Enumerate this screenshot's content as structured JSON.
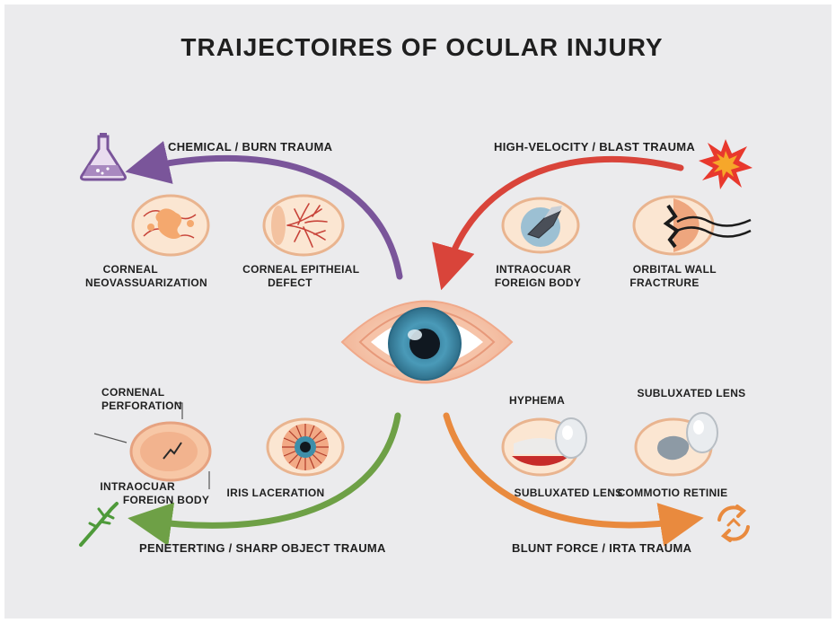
{
  "title": "TRAIJECTOIRES OF OCULAR INJURY",
  "categories": {
    "chemical": "CHEMICAL / BURN TRAUMA",
    "blast": "HIGH-VELOCITY / BLAST TRAUMA",
    "sharp": "PENETERTING / SHARP OBJECT TRAUMA",
    "blunt": "BLUNT FORCE / IRTA TRAUMA"
  },
  "labels": {
    "corneal_neo": [
      "CORNEAL",
      "NEOVASSUARIZATION"
    ],
    "corneal_epi": [
      "CORNEAL EPITHEIAL",
      "DEFECT"
    ],
    "iofb_top": [
      "INTRAOCUAR",
      "FOREIGN BODY"
    ],
    "orbital": [
      "ORBITAL WALL",
      "FRACTRURE"
    ],
    "perforation": [
      "CORNENAL",
      "PERFORATION"
    ],
    "iofb_bottom": [
      "INTRAOCUAR",
      "FOREIGN BODY"
    ],
    "iris": "IRIS LACERATION",
    "hyphema": "HYPHEMA",
    "sublux_top": "SUBLUXATED LENS",
    "sublux_bottom": "SUBLUXATED LENS",
    "commotio": "COMMOTIO RETINIE"
  },
  "colors": {
    "chemical": "#7a559a",
    "blast": "#d9443a",
    "sharp": "#6ea046",
    "blunt": "#e98a3e",
    "iris": "#3e8ea9"
  }
}
